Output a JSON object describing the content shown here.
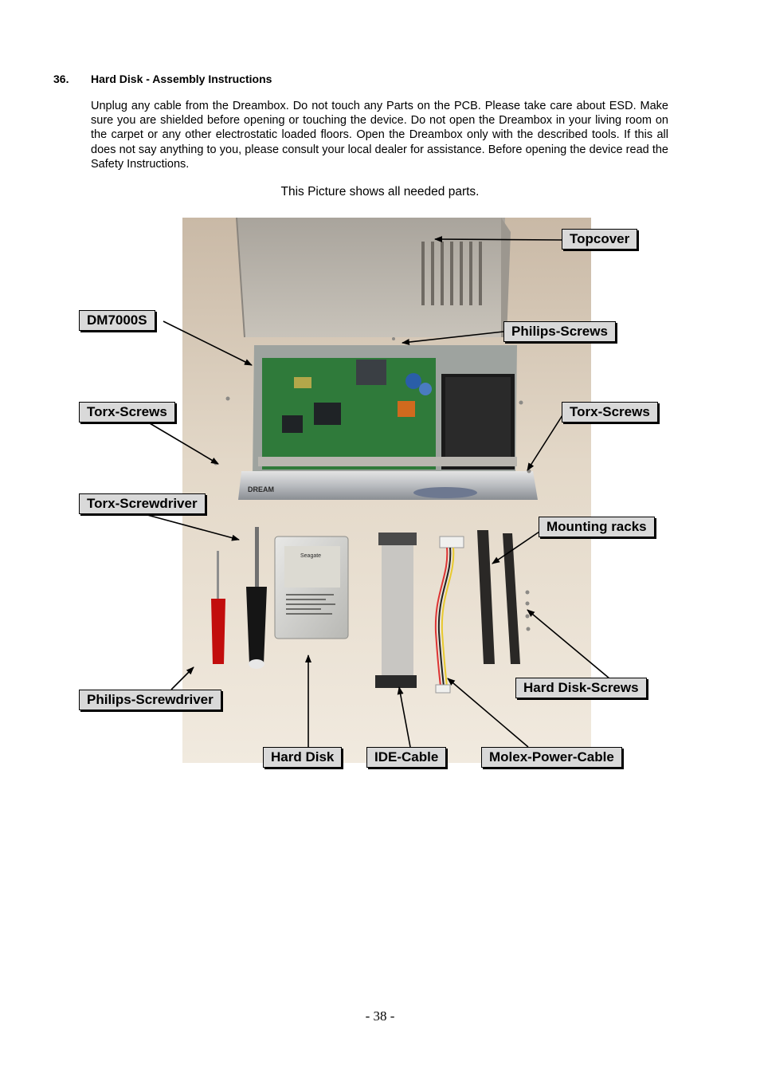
{
  "section": {
    "number": "36.",
    "title": "Hard Disk - Assembly Instructions",
    "intro": "Unplug any cable from the Dreambox. Do not touch any Parts on the PCB. Please take care about ESD. Make sure you are shielded before opening or touching the device. Do not open the Dreambox in your living room on the carpet or any other electrostatic loaded floors. Open the Dreambox only with the described tools. If this all does not say anything to you, please consult your local dealer for assistance. Before opening the device read the Safety Instructions."
  },
  "caption": "This Picture shows all needed parts.",
  "labels": {
    "topcover": "Topcover",
    "dm7000s": "DM7000S",
    "philips_screws": "Philips-Screws",
    "torx_screws_left": "Torx-Screws",
    "torx_screws_right": "Torx-Screws",
    "torx_screwdriver": "Torx-Screwdriver",
    "mounting_racks": "Mounting racks",
    "philips_screwdriver": "Philips-Screwdriver",
    "hard_disk_screws": "Hard Disk-Screws",
    "hard_disk": "Hard Disk",
    "ide_cable": "IDE-Cable",
    "molex_power_cable": "Molex-Power-Cable"
  },
  "device_brand": "DREAM",
  "hdd_brand": "Seagate",
  "page_number": "- 38 -"
}
